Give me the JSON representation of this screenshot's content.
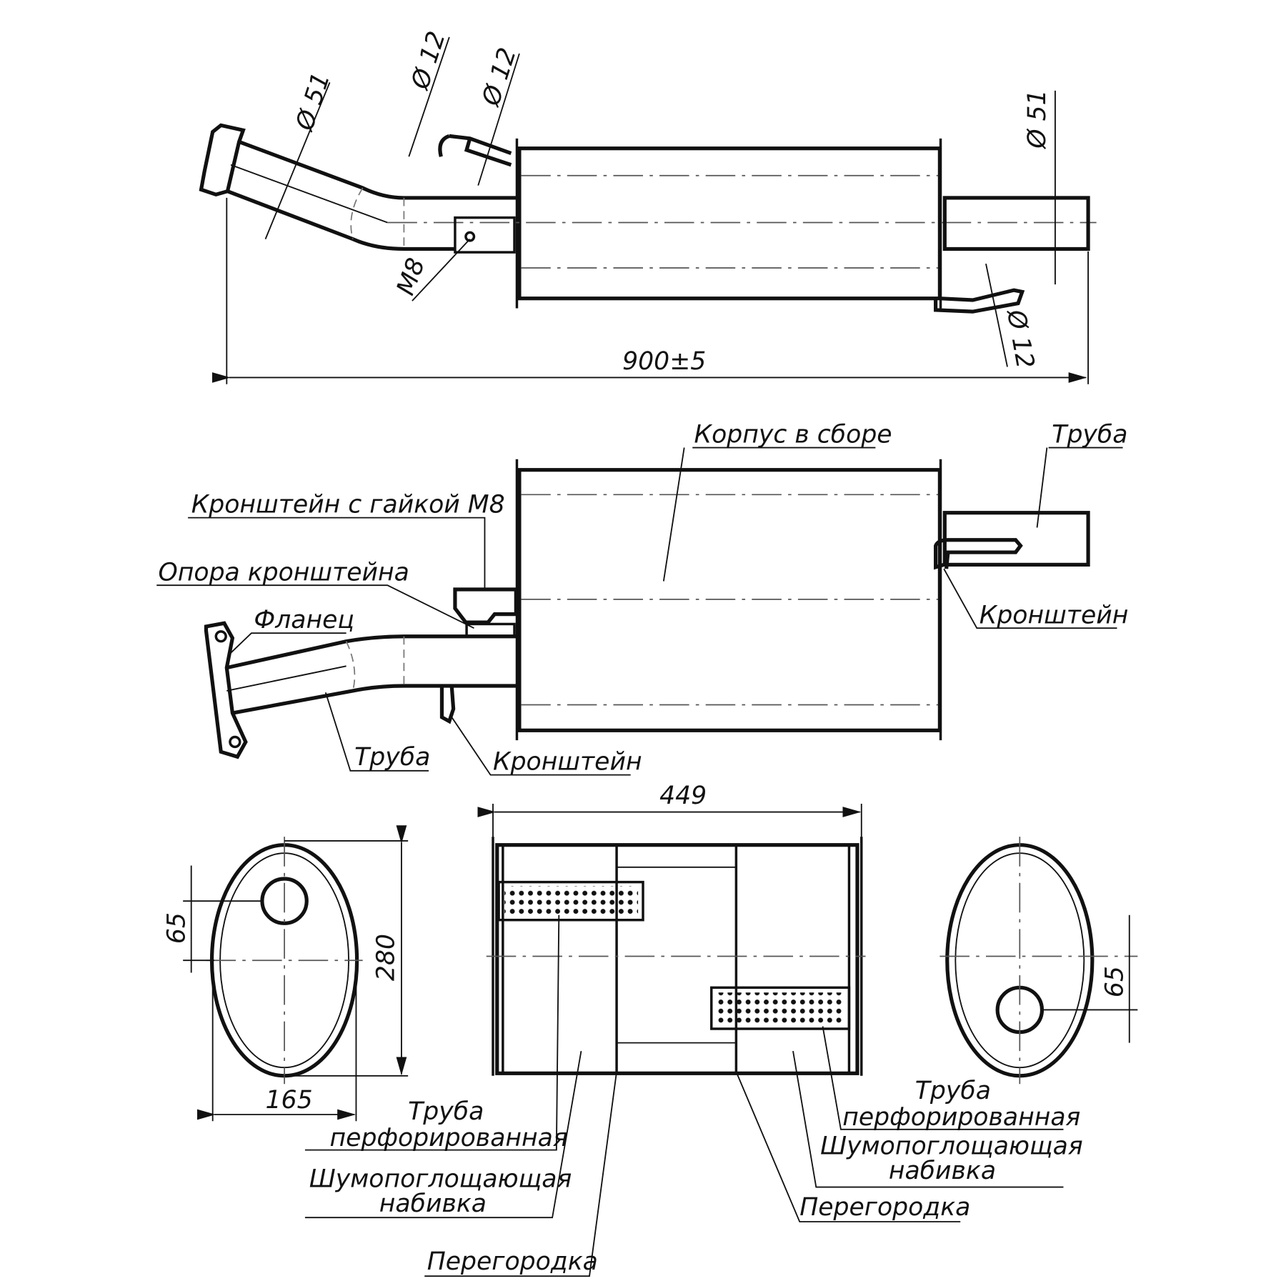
{
  "top_view": {
    "dim_inlet_diameter": "Ø 51",
    "dim_hanger1_diameter": "Ø 12",
    "dim_hanger2_diameter": "Ø 12",
    "dim_outlet_diameter": "Ø 51",
    "dim_bracket_thread": "M8",
    "dim_hanger3_diameter": "Ø 12",
    "dim_overall_length": "900±5"
  },
  "assembly_view": {
    "label_body": "Корпус в сборе",
    "label_outlet_pipe": "Труба",
    "label_bracket_nut": "Кронштейн с гайкой М8",
    "label_bracket_support": "Опора кронштейна",
    "label_flange": "Фланец",
    "label_inlet_pipe": "Труба",
    "label_bracket_lower": "Кронштейн",
    "label_bracket_right": "Кронштейн"
  },
  "section_view": {
    "dim_body_length": "449",
    "dim_left_height": "280",
    "dim_left_width": "165",
    "dim_left_offset": "65",
    "dim_right_offset": "65",
    "left_labels": {
      "perforated_pipe_1": "Труба",
      "perforated_pipe_2": "перфорированная",
      "packing_1": "Шумопоглощающая",
      "packing_2": "набивка",
      "baffle": "Перегородка"
    },
    "right_labels": {
      "perforated_pipe_1": "Труба",
      "perforated_pipe_2": "перфорированная",
      "packing_1": "Шумопоглощающая",
      "packing_2": "набивка",
      "baffle": "Перегородка"
    }
  }
}
